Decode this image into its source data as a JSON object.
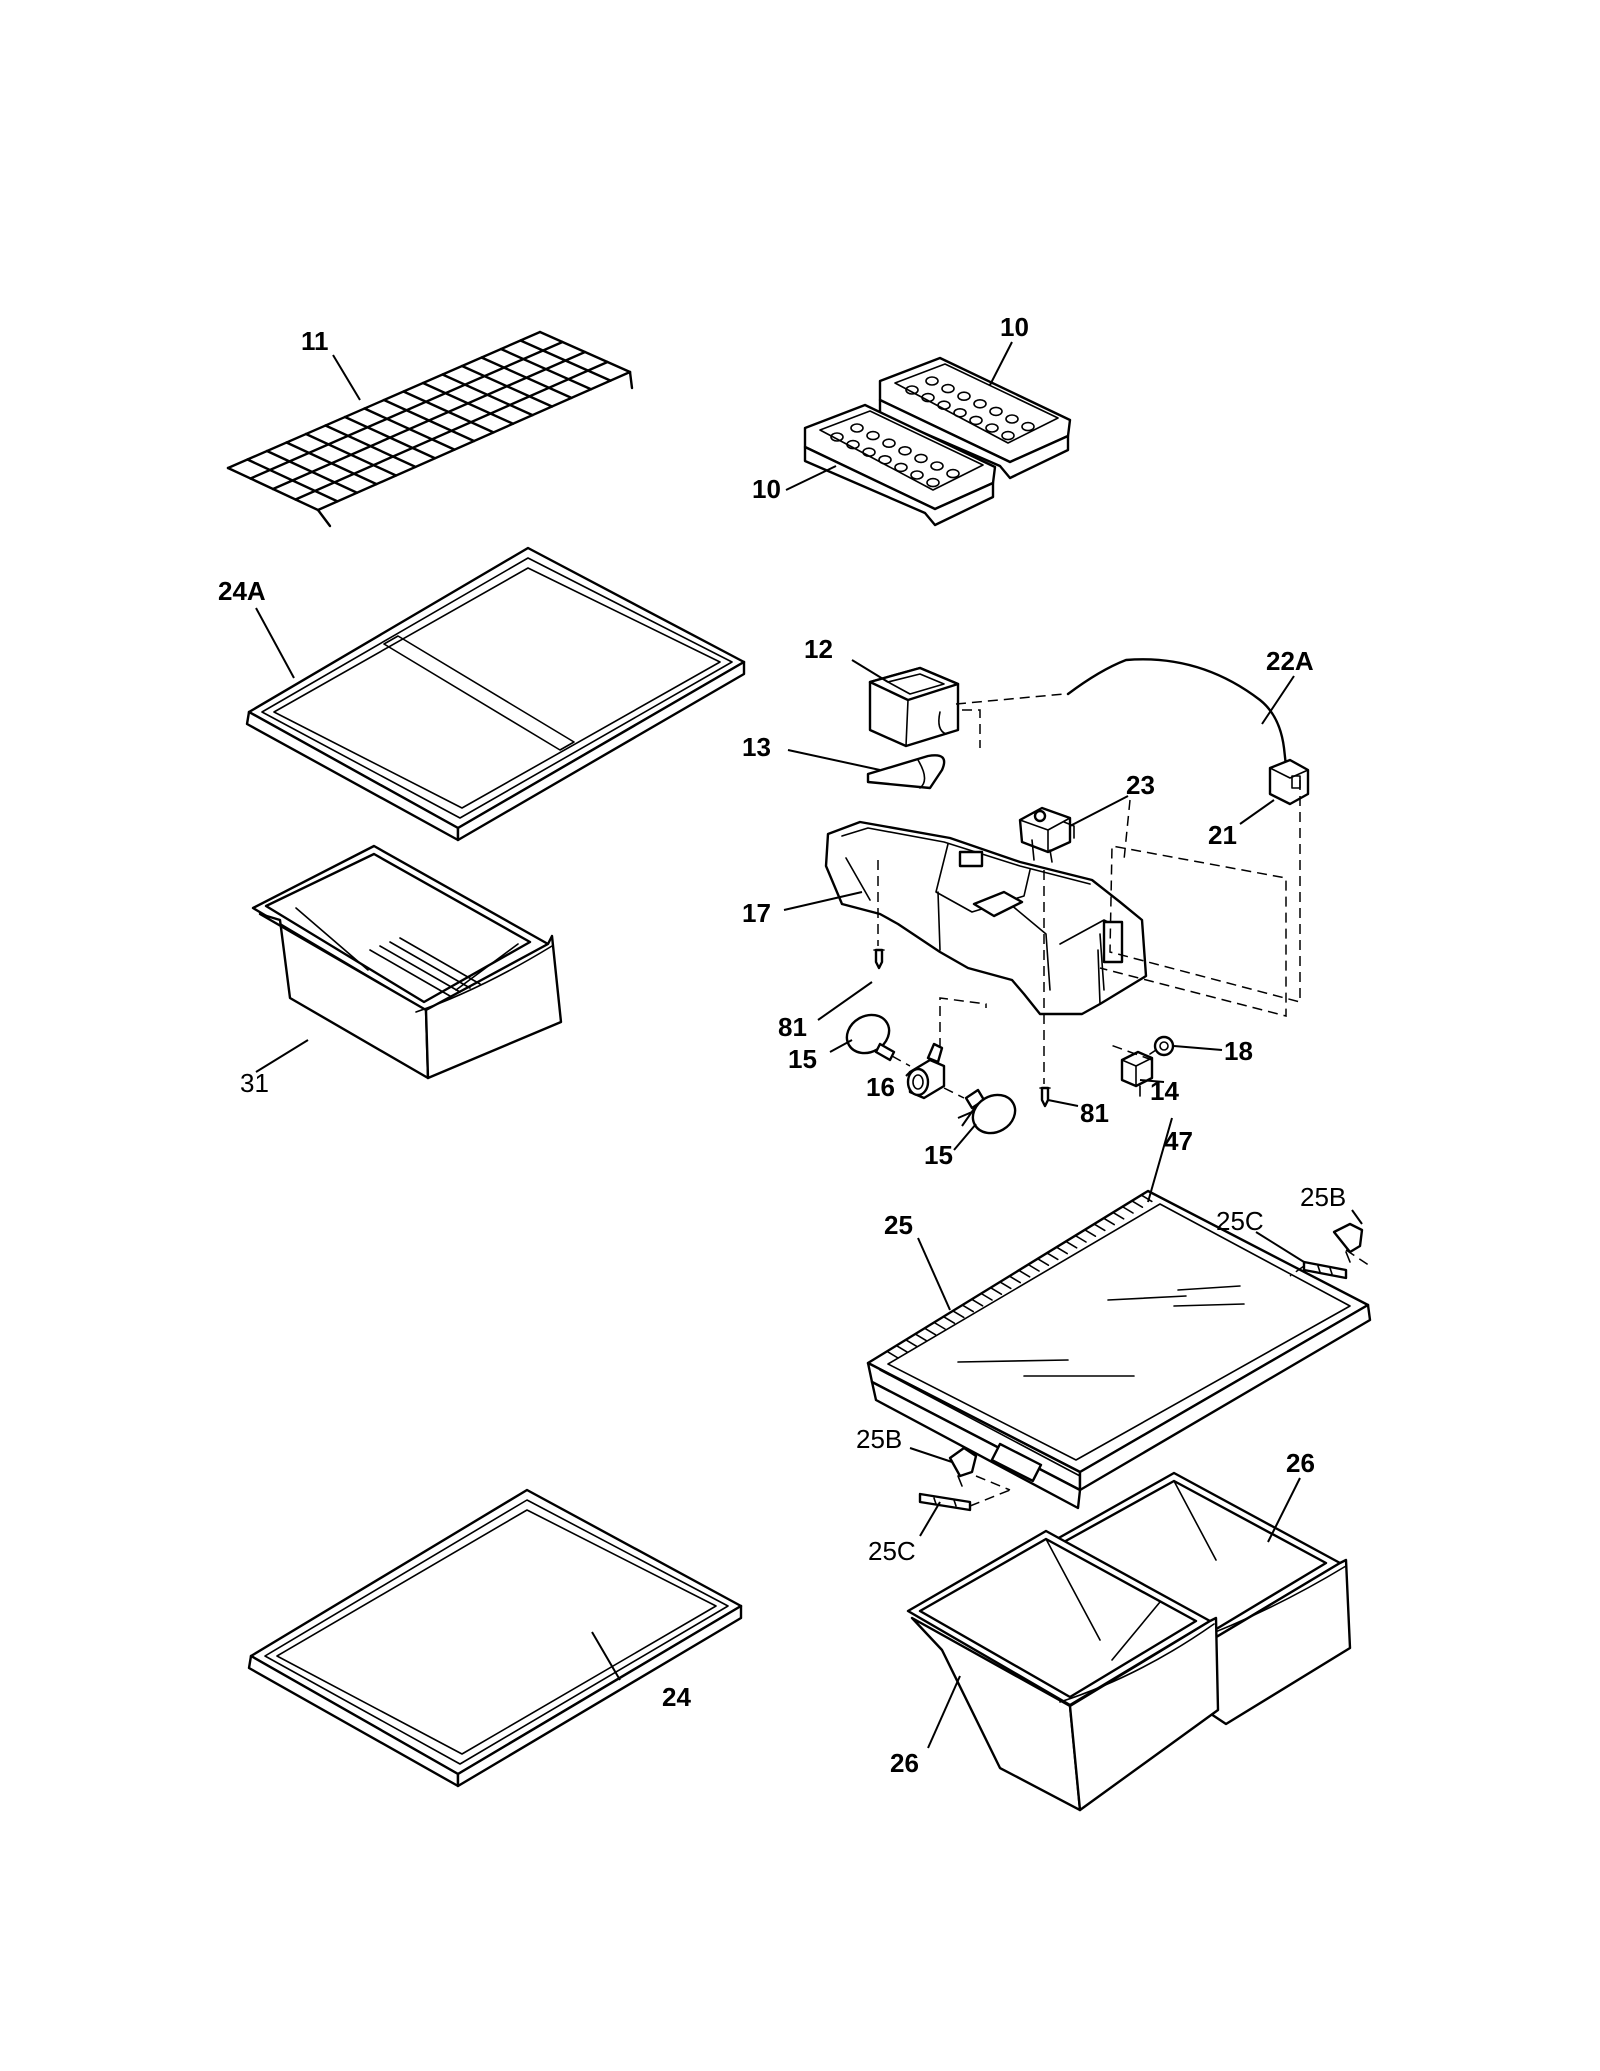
{
  "diagram": {
    "labels": {
      "shelf_rack": "11",
      "ice_tray_top": "10",
      "ice_tray_bottom": "10",
      "shelf_top": "24A",
      "pan_small": "31",
      "housing_cover": "12",
      "light_shield": "13",
      "wire_harness": "22A",
      "thermostat": "23",
      "connector": "21",
      "control_housing": "17",
      "screw_left": "81",
      "screw_right": "81",
      "switch_knob": "18",
      "bulb_left": "15",
      "socket": "16",
      "bulb_right": "15",
      "light_switch": "14",
      "glass_insert": "47",
      "crisper_cover": "25",
      "clip_right": "25B",
      "bracket_right": "25C",
      "clip_left": "25B",
      "bracket_left": "25C",
      "crisper_pan_right": "26",
      "crisper_pan_left": "26",
      "shelf_bottom": "24"
    }
  }
}
